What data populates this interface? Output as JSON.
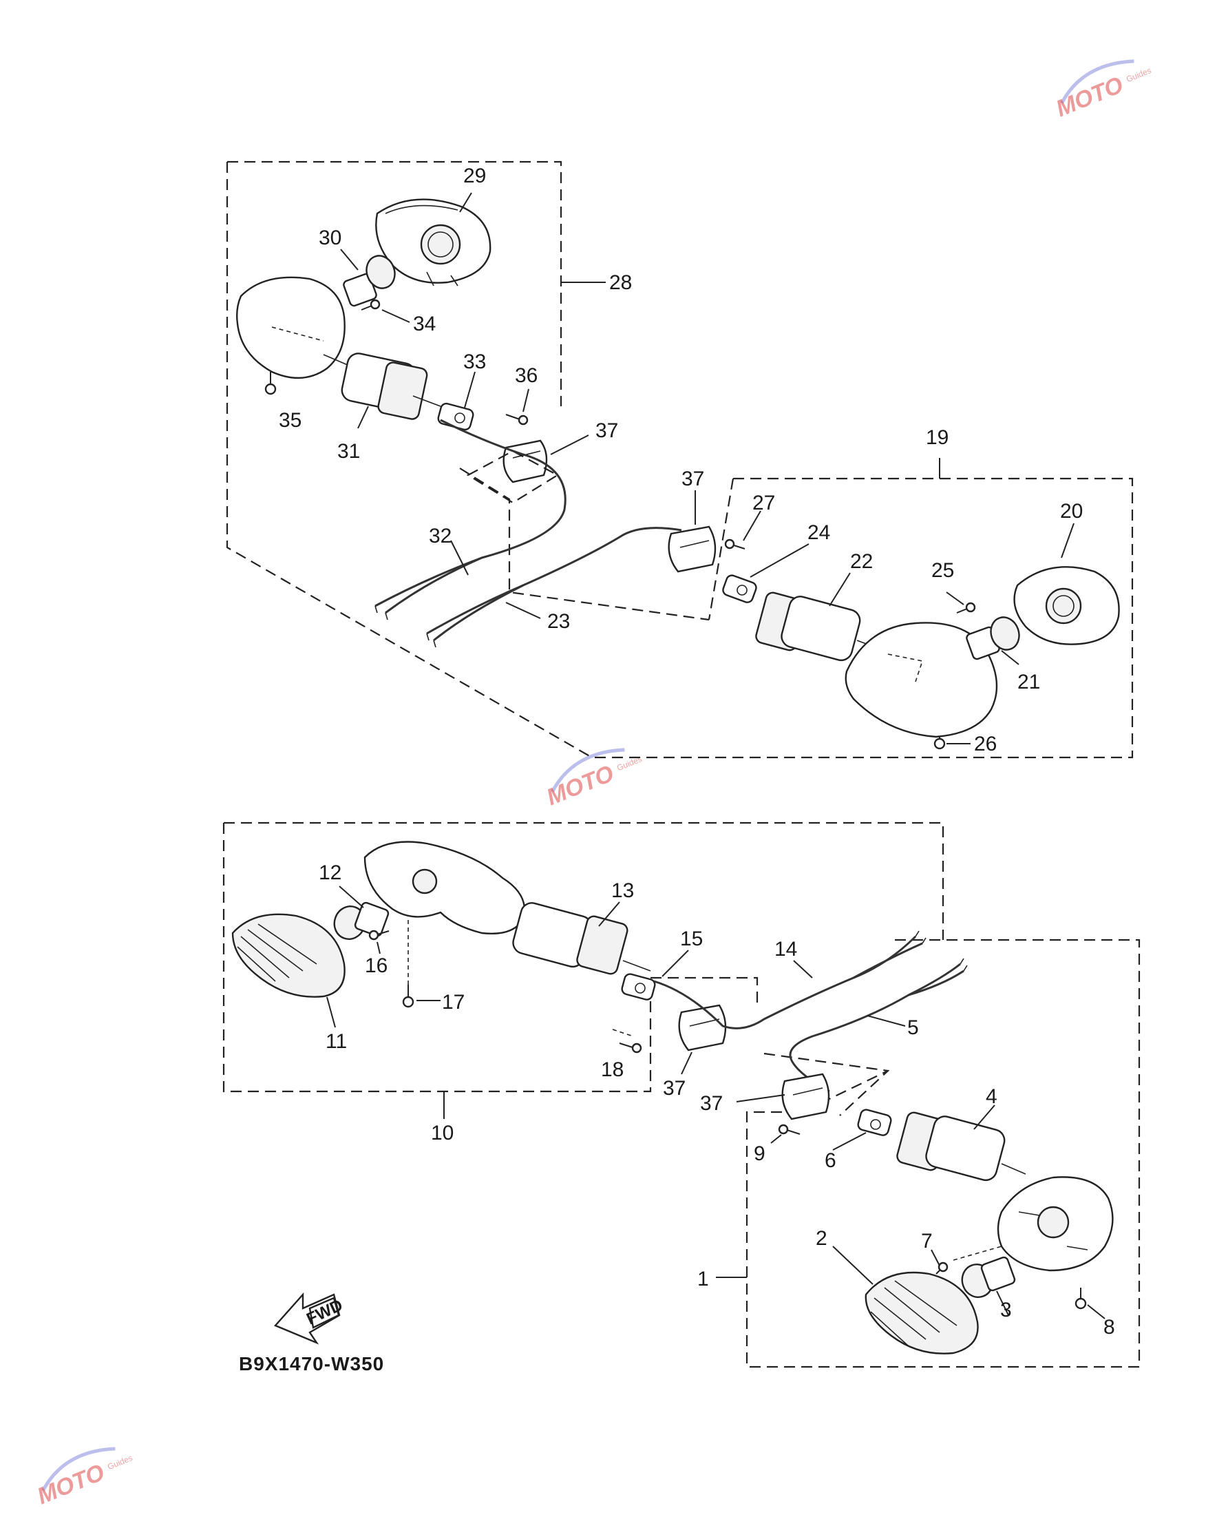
{
  "diagram": {
    "code": "B9X1470-W350",
    "fwd_text": "FWD",
    "watermark": {
      "text": "MOTO",
      "sub": "Guides",
      "accent": "#e04848",
      "swoosh": "#7a7fd8"
    },
    "part_labels": [
      "1",
      "2",
      "3",
      "4",
      "5",
      "6",
      "7",
      "8",
      "9",
      "10",
      "11",
      "12",
      "13",
      "14",
      "15",
      "16",
      "17",
      "18",
      "19",
      "20",
      "21",
      "22",
      "23",
      "24",
      "25",
      "26",
      "27",
      "28",
      "29",
      "30",
      "31",
      "32",
      "33",
      "34",
      "35",
      "36",
      "37"
    ],
    "label_37_repeats": [
      "37",
      "37",
      "37",
      "37"
    ]
  }
}
